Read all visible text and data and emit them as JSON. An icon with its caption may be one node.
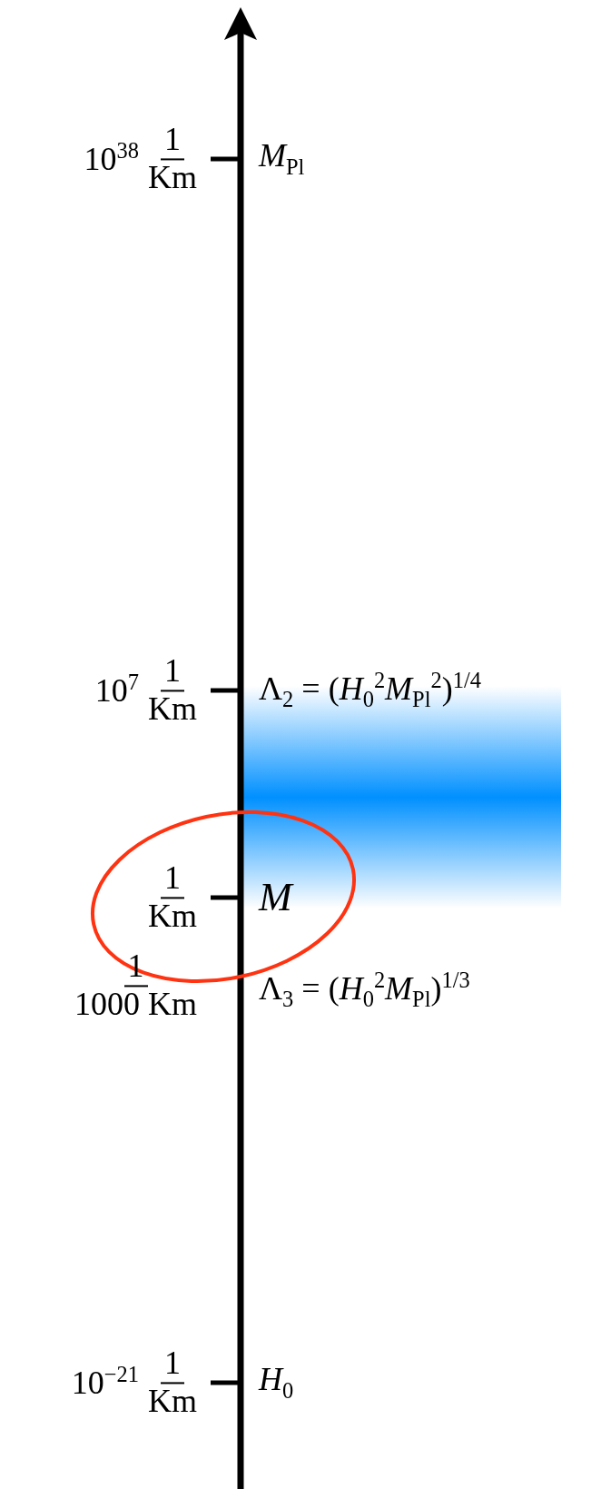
{
  "diagram": {
    "labels": [
      "10$^{38}$",
      "1",
      "Km",
      "*M*$_{Pl}$",
      "10$^{7}$",
      "1",
      "Km",
      "Λ$_{2}$ = (*H*$_{0}$$^{2}$*M*$_{Pl}$$^{2}$)$^{1/4}$",
      "1",
      "Km",
      "M",
      "1",
      "1000 Km",
      "Λ$_{3}$ = (*H*$_{0}$$^{2}$*M*$_{Pl}$)$^{1/3}$",
      "10$^{−21}$",
      "1",
      "Km",
      "*H*$_{0}$"
    ]
  }
}
